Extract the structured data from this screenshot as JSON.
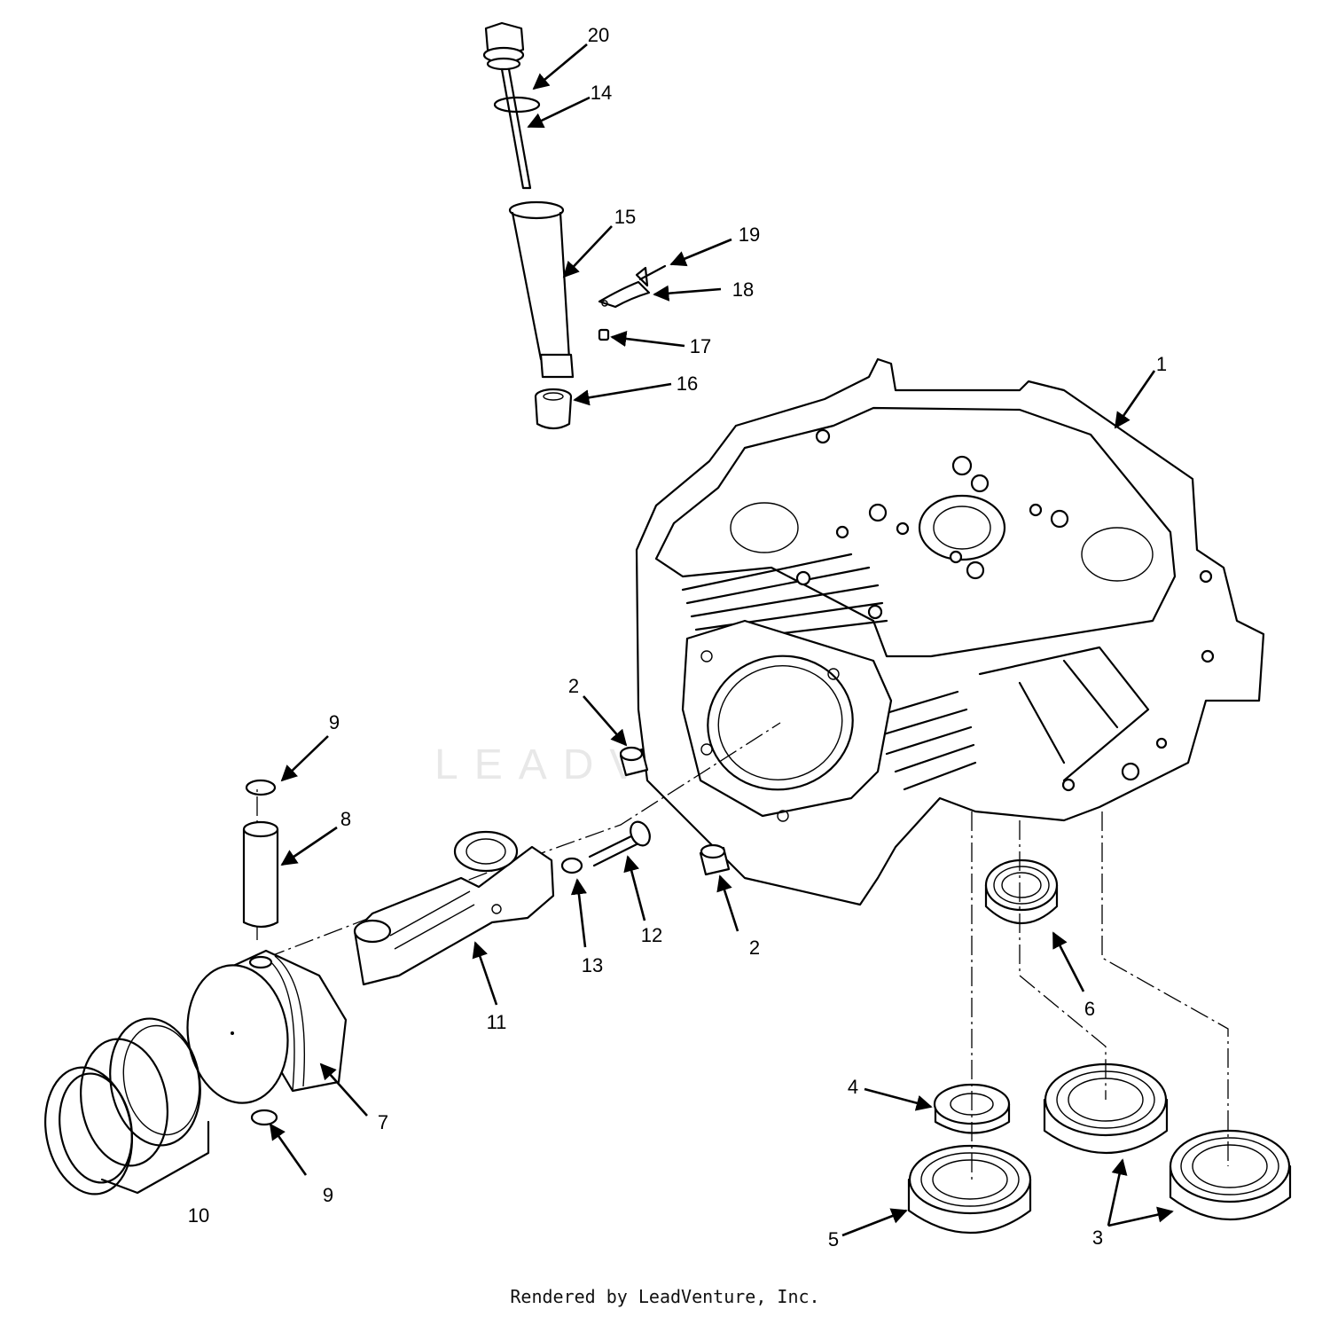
{
  "watermark": "LEADVENTURE",
  "footer": "Rendered by LeadVenture, Inc.",
  "callouts": {
    "c1": "1",
    "c2a": "2",
    "c2b": "2",
    "c3": "3",
    "c4": "4",
    "c5": "5",
    "c6": "6",
    "c7": "7",
    "c8": "8",
    "c9a": "9",
    "c9b": "9",
    "c10": "10",
    "c11": "11",
    "c12": "12",
    "c13": "13",
    "c14": "14",
    "c15": "15",
    "c16": "16",
    "c17": "17",
    "c18": "18",
    "c19": "19",
    "c20": "20"
  }
}
